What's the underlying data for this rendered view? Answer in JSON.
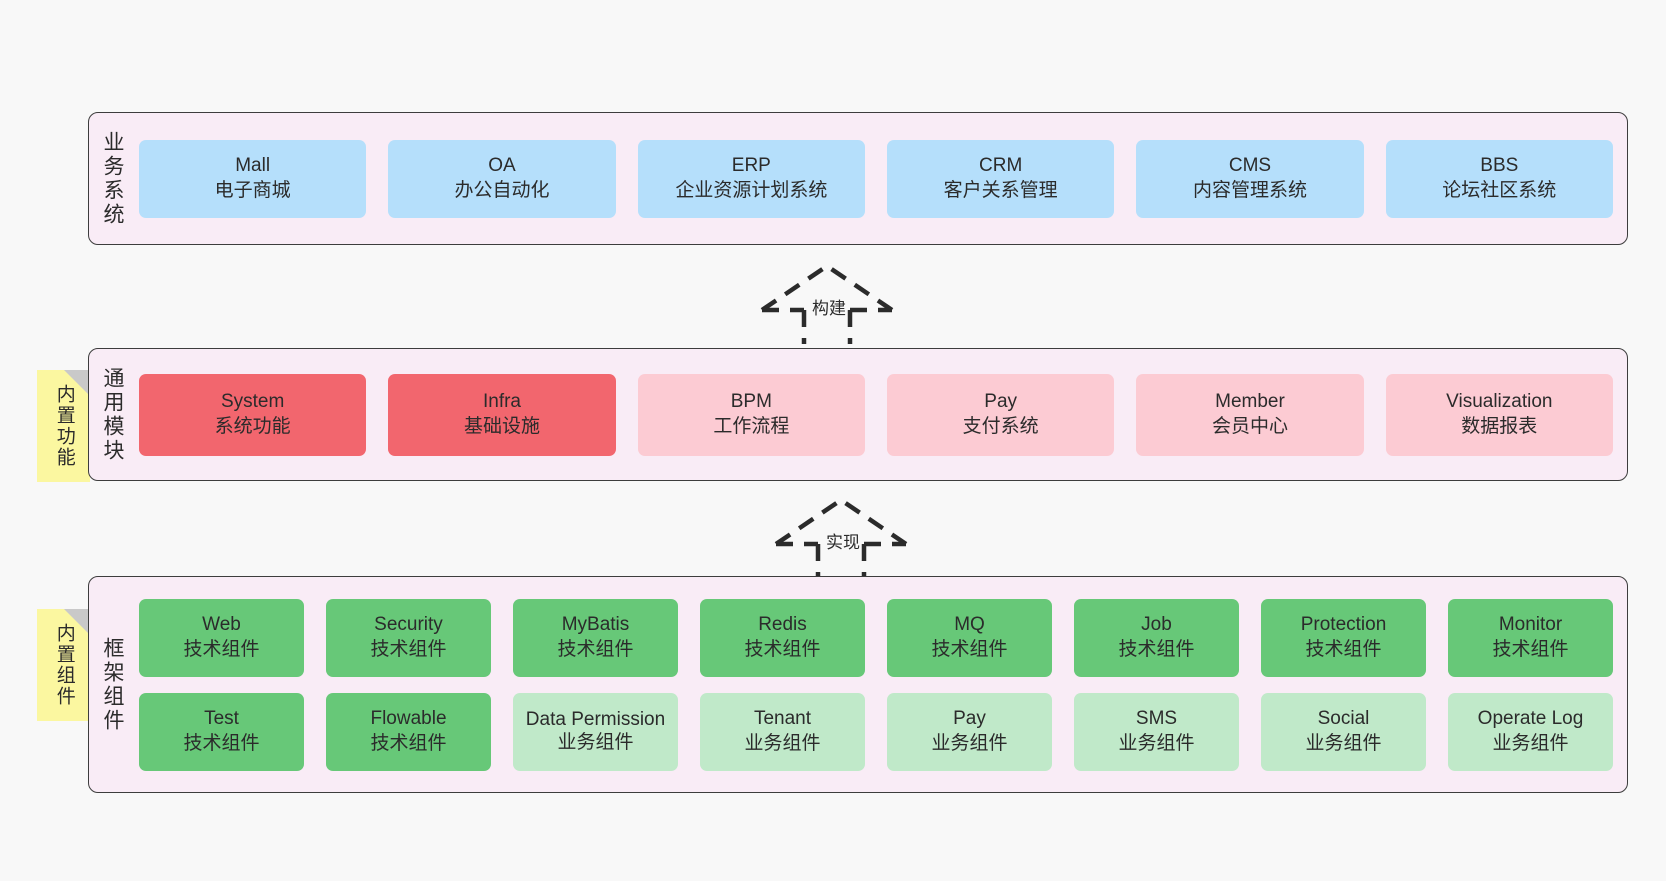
{
  "diagram": {
    "background": "#f8f8f8",
    "panel_fill": "#f9ecf6",
    "panel_stroke": "#3d3d3d",
    "note_fill": "#fbf7a0"
  },
  "layers": [
    {
      "id": "business-systems",
      "title": "业务系统",
      "note": null,
      "rows": [
        {
          "cards": [
            {
              "en": "Mall",
              "cn": "电子商城",
              "style": "c-blue",
              "color": "#b5dffb"
            },
            {
              "en": "OA",
              "cn": "办公自动化",
              "style": "c-blue",
              "color": "#b5dffb"
            },
            {
              "en": "ERP",
              "cn": "企业资源计划系统",
              "style": "c-blue",
              "color": "#b5dffb"
            },
            {
              "en": "CRM",
              "cn": "客户关系管理",
              "style": "c-blue",
              "color": "#b5dffb"
            },
            {
              "en": "CMS",
              "cn": "内容管理系统",
              "style": "c-blue",
              "color": "#b5dffb"
            },
            {
              "en": "BBS",
              "cn": "论坛社区系统",
              "style": "c-blue",
              "color": "#b5dffb"
            }
          ]
        }
      ]
    },
    {
      "id": "common-modules",
      "title": "通用模块",
      "note": "内置功能",
      "rows": [
        {
          "cards": [
            {
              "en": "System",
              "cn": "系统功能",
              "style": "c-red",
              "color": "#f2666e"
            },
            {
              "en": "Infra",
              "cn": "基础设施",
              "style": "c-red",
              "color": "#f2666e"
            },
            {
              "en": "BPM",
              "cn": "工作流程",
              "style": "c-pink",
              "color": "#fccbd3"
            },
            {
              "en": "Pay",
              "cn": "支付系统",
              "style": "c-pink",
              "color": "#fccbd3"
            },
            {
              "en": "Member",
              "cn": "会员中心",
              "style": "c-pink",
              "color": "#fccbd3"
            },
            {
              "en": "Visualization",
              "cn": "数据报表",
              "style": "c-pink",
              "color": "#fccbd3"
            }
          ]
        }
      ]
    },
    {
      "id": "framework-components",
      "title": "框架组件",
      "note": "内置组件",
      "rows": [
        {
          "cards": [
            {
              "en": "Web",
              "cn": "技术组件",
              "style": "c-green",
              "color": "#67c878"
            },
            {
              "en": "Security",
              "cn": "技术组件",
              "style": "c-green",
              "color": "#67c878"
            },
            {
              "en": "MyBatis",
              "cn": "技术组件",
              "style": "c-green",
              "color": "#67c878"
            },
            {
              "en": "Redis",
              "cn": "技术组件",
              "style": "c-green",
              "color": "#67c878"
            },
            {
              "en": "MQ",
              "cn": "技术组件",
              "style": "c-green",
              "color": "#67c878"
            },
            {
              "en": "Job",
              "cn": "技术组件",
              "style": "c-green",
              "color": "#67c878"
            },
            {
              "en": "Protection",
              "cn": "技术组件",
              "style": "c-green",
              "color": "#67c878"
            },
            {
              "en": "Monitor",
              "cn": "技术组件",
              "style": "c-green",
              "color": "#67c878"
            }
          ]
        },
        {
          "cards": [
            {
              "en": "Test",
              "cn": "技术组件",
              "style": "c-green",
              "color": "#67c878"
            },
            {
              "en": "Flowable",
              "cn": "技术组件",
              "style": "c-green",
              "color": "#67c878"
            },
            {
              "en": "Data Permission",
              "cn": "业务组件",
              "style": "c-green-light",
              "color": "#c0e9c9"
            },
            {
              "en": "Tenant",
              "cn": "业务组件",
              "style": "c-green-light",
              "color": "#c0e9c9"
            },
            {
              "en": "Pay",
              "cn": "业务组件",
              "style": "c-green-light",
              "color": "#c0e9c9"
            },
            {
              "en": "SMS",
              "cn": "业务组件",
              "style": "c-green-light",
              "color": "#c0e9c9"
            },
            {
              "en": "Social",
              "cn": "业务组件",
              "style": "c-green-light",
              "color": "#c0e9c9"
            },
            {
              "en": "Operate Log",
              "cn": "业务组件",
              "style": "c-green-light",
              "color": "#c0e9c9"
            }
          ]
        }
      ]
    }
  ],
  "connectors": [
    {
      "id": "build",
      "label": "构建",
      "from": "common-modules",
      "to": "business-systems"
    },
    {
      "id": "implement",
      "label": "实现",
      "from": "framework-components",
      "to": "common-modules"
    }
  ]
}
